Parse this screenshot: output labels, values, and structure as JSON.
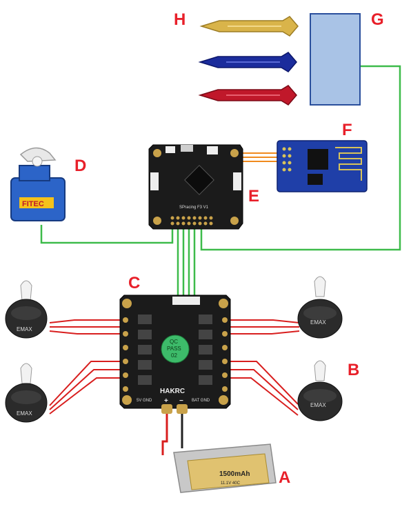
{
  "colors": {
    "label": "#e8202a",
    "wire_green": "#3dbb4a",
    "wire_red": "#d81e1e",
    "wire_orange": "#f08a1e",
    "wire_black": "#222222",
    "board": "#1b1b1b",
    "pad_gold": "#c9a24a",
    "esp_blue": "#1f3fa8",
    "box_g_fill": "#a9c3e6",
    "box_g_stroke": "#2a4f9c",
    "prop_gold": "#d9b44a",
    "prop_blue": "#1b2c9c",
    "prop_red": "#c0182a",
    "servo_blue": "#2c64c8",
    "motor_body": "#2b2b2b",
    "battery": "#c8c8c8"
  },
  "labels": {
    "a": "A",
    "b": "B",
    "c": "C",
    "d": "D",
    "e": "E",
    "f": "F",
    "g": "G",
    "h": "H"
  },
  "components": {
    "flight_controller_text": "SPracing F3 V1",
    "esc_brand": "HAKRC",
    "esc_sticker_line1": "QC",
    "esc_sticker_line2": "PASS",
    "esc_sticker_line3": "02",
    "esc_pad_left": "5V GND",
    "esc_pad_right": "BAT GND",
    "esc_plus": "+",
    "esc_minus": "−",
    "servo_brand": "FITEC",
    "motor_brand": "EMAX",
    "battery_capacity": "1500mAh",
    "battery_spec": "11.1V 40C"
  },
  "icons": {
    "servo": "servo-icon",
    "flight_controller": "flight-controller-icon",
    "wifi_module": "esp-wifi-module-icon",
    "esc": "esc-board-icon",
    "battery": "lipo-battery-icon",
    "motor": "brushless-motor-icon",
    "propeller": "propeller-icon",
    "box": "module-box-icon"
  }
}
